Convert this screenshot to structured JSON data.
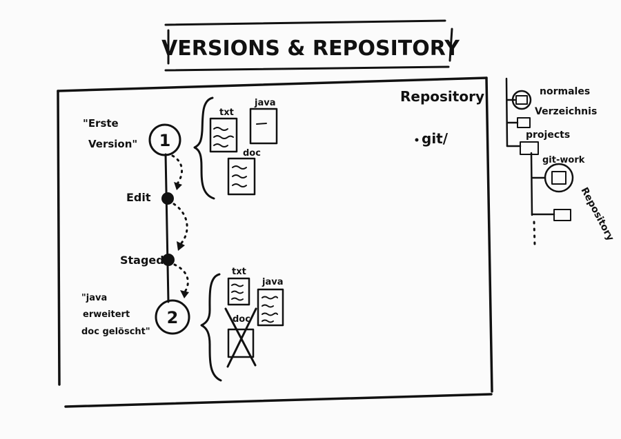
{
  "title": "VERSIONS & REPOSITORY",
  "repository": {
    "heading": "Repository",
    "folder": "git/"
  },
  "timeline": {
    "version_1": {
      "number": "1",
      "note_line1": "\"Erste",
      "note_line2": "Version\""
    },
    "version_2": {
      "number": "2",
      "note_line1": "\"java",
      "note_line2": "erweitert",
      "note_line3": "doc gelöscht\""
    },
    "edit_label": "Edit",
    "staged_label": "Staged"
  },
  "files_version_1": {
    "txt": "txt",
    "java": "java",
    "doc": "doc"
  },
  "files_version_2": {
    "txt": "txt",
    "java": "java",
    "doc": "doc"
  },
  "directory_tree": {
    "normal_line1": "normales",
    "normal_line2": "Verzeichnis",
    "projects": "projects",
    "git_work": "git-work",
    "repository": "Repository"
  },
  "colors": {
    "ink": "#111111",
    "paper": "#fbfbfb"
  }
}
